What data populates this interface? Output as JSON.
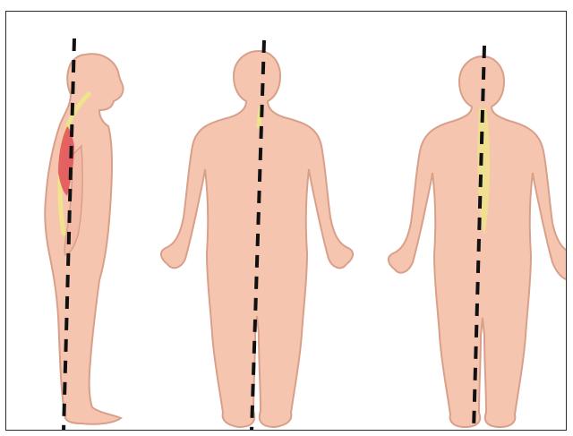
{
  "figure": {
    "colors": {
      "skin": "#f6c5b0",
      "skin_outline": "#d8a08a",
      "plumb_line": "#111111",
      "muscle_red": "#e2545a",
      "spine_yellow": "#efe38c",
      "frame_border": "#2b2b2b"
    },
    "figures": [
      {
        "view": "side",
        "spine": "curved-with-red-muscle"
      },
      {
        "view": "back",
        "spine": "straight"
      },
      {
        "view": "back",
        "spine": "vertical-segment"
      }
    ]
  }
}
